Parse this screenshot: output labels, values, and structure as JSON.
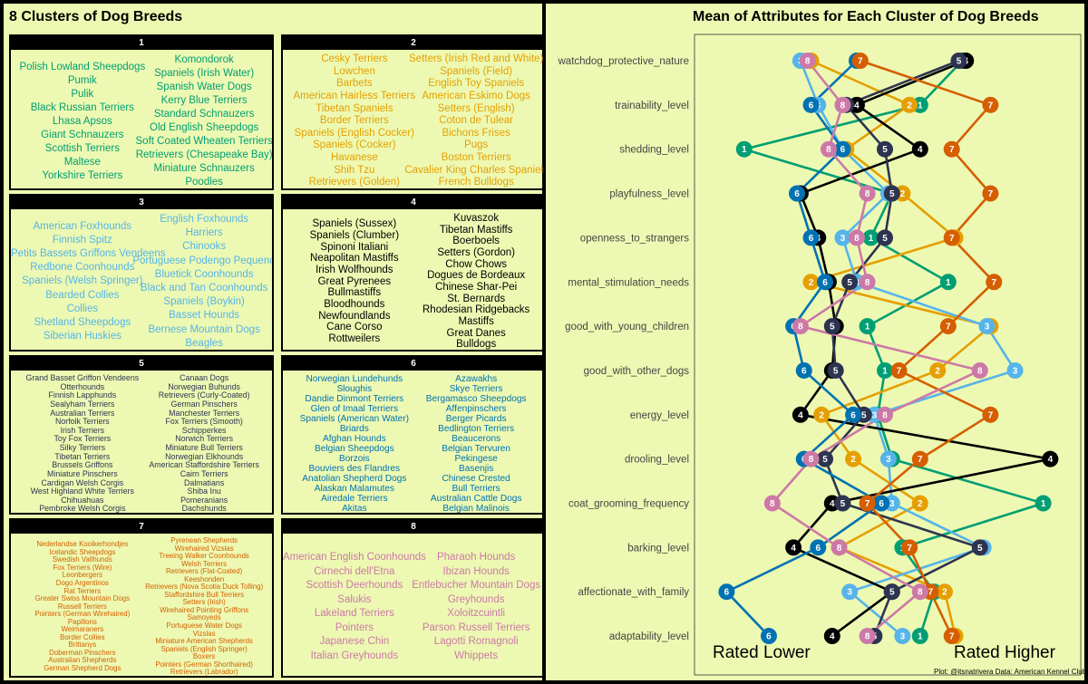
{
  "left": {
    "title": "8 Clusters of Dog Breeds",
    "clusters": [
      {
        "label": "1",
        "color": "#009e73",
        "col1": [
          "Polish Lowland Sheepdogs",
          "Pumik",
          "Pulik",
          "Black Russian Terriers",
          "Lhasa Apsos",
          "Giant Schnauzers",
          "Scottish Terriers",
          "Maltese",
          "Yorkshire Terriers"
        ],
        "col2": [
          "Komondorok",
          "Spaniels (Irish Water)",
          "Spanish Water Dogs",
          "Kerry Blue Terriers",
          "Standard Schnauzers",
          "Old English Sheepdogs",
          "Soft Coated Wheaten Terriers",
          "Retrievers (Chesapeake Bay)",
          "Miniature Schnauzers",
          "Poodles"
        ]
      },
      {
        "label": "2",
        "color": "#e69f00",
        "col1": [
          "Cesky Terriers",
          "Lowchen",
          "Barbets",
          "American Hairless Terriers",
          "Tibetan Spaniels",
          "Border Terriers",
          "Spaniels (English Cocker)",
          "Spaniels (Cocker)",
          "Havanese",
          "Shih Tzu",
          "Retrievers (Golden)"
        ],
        "col2": [
          "Setters (Irish Red and White)",
          "Spaniels (Field)",
          "English Toy Spaniels",
          "American Eskimo Dogs",
          "Setters (English)",
          "Coton de Tulear",
          "Bichons Frises",
          "Pugs",
          "Boston Terriers",
          "Cavalier King Charles Spaniels",
          "French Bulldogs"
        ]
      },
      {
        "label": "3",
        "color": "#56b4e9",
        "col1": [
          "American Foxhounds",
          "Finnish Spitz",
          "Petits Bassets Griffons Vendeens",
          "Redbone Coonhounds",
          "Spaniels (Welsh Springer)",
          "Bearded Collies",
          "Collies",
          "Shetland Sheepdogs",
          "Siberian Huskies"
        ],
        "col2": [
          "English Foxhounds",
          "Harriers",
          "Chinooks",
          "Portuguese Podengo Pequenos",
          "Bluetick Coonhounds",
          "Black and Tan Coonhounds",
          "Spaniels (Boykin)",
          "Basset Hounds",
          "Bernese Mountain Dogs",
          "Beagles"
        ]
      },
      {
        "label": "4",
        "color": "#000000",
        "col1": [
          "Spaniels (Sussex)",
          "Spaniels (Clumber)",
          "Spinoni Italiani",
          "Neapolitan Mastiffs",
          "Irish Wolfhounds",
          "Great Pyrenees",
          "Bullmastiffs",
          "Bloodhounds",
          "Newfoundlands",
          "Cane Corso",
          "Rottweilers"
        ],
        "col2": [
          "Kuvaszok",
          "Tibetan Mastiffs",
          "Boerboels",
          "Setters (Gordon)",
          "Chow Chows",
          "Dogues de Bordeaux",
          "Chinese Shar-Pei",
          "St. Bernards",
          "Rhodesian Ridgebacks",
          "Mastiffs",
          "Great Danes",
          "Bulldogs"
        ]
      },
      {
        "label": "5",
        "color": "#2d3450",
        "col1": [
          "Grand Basset Griffon Vendeens",
          "Otterhounds",
          "Finnish Lapphunds",
          "Sealyham Terriers",
          "Australian Terriers",
          "Norfolk Terriers",
          "Irish Terriers",
          "Toy Fox Terriers",
          "Silky Terriers",
          "Tibetan Terriers",
          "Brussels Griffons",
          "Miniature Pinschers",
          "Cardigan Welsh Corgis",
          "West Highland White Terriers",
          "Chihuahuas",
          "Pembroke Welsh Corgis"
        ],
        "col2": [
          "Canaan Dogs",
          "Norwegian Buhunds",
          "Retrievers (Curly-Coated)",
          "German Pinschers",
          "Manchester Terriers",
          "Fox Terriers (Smooth)",
          "Schipperkes",
          "Norwich Terriers",
          "Miniature Bull Terriers",
          "Norwegian Elkhounds",
          "American Staffordshire Terriers",
          "Cairn Terriers",
          "Dalmatians",
          "Shiba Inu",
          "Pomeranians",
          "Dachshunds"
        ]
      },
      {
        "label": "6",
        "color": "#0072b2",
        "col1": [
          "Norwegian Lundehunds",
          "Sloughis",
          "Dandie Dinmont Terriers",
          "Glen of Imaal Terriers",
          "Spaniels (American Water)",
          "Briards",
          "Afghan Hounds",
          "Belgian Sheepdogs",
          "Borzois",
          "Bouviers des Flandres",
          "Anatolian Shepherd Dogs",
          "Alaskan Malamutes",
          "Airedale Terriers",
          "Akitas"
        ],
        "col2": [
          "Azawakhs",
          "Skye Terriers",
          "Bergamasco Sheepdogs",
          "Affenpinschers",
          "Berger Picards",
          "Bedlington Terriers",
          "Beaucerons",
          "Belgian Tervuren",
          "Pekingese",
          "Basenjis",
          "Chinese Crested",
          "Bull Terriers",
          "Australian Cattle Dogs",
          "Belgian Malinois"
        ]
      },
      {
        "label": "7",
        "color": "#d55e00",
        "col1": [
          "Nederlandse Kooikerhondjes",
          "Icelandic Sheepdogs",
          "Swedish Vallhunds",
          "Fox Terriers (Wire)",
          "Leonbergers",
          "Dogo Argentinos",
          "Rat Terriers",
          "Greater Swiss Mountain Dogs",
          "Russell Terriers",
          "Pointers (German Wirehaired)",
          "Papillons",
          "Weimaraners",
          "Border Collies",
          "Brittanys",
          "Doberman Pinschers",
          "Australian Shepherds",
          "German Shepherd Dogs"
        ],
        "col2": [
          "Pyrenean Shepherds",
          "Wirehaired Vizslas",
          "Treeing Walker Coonhounds",
          "Welsh Terriers",
          "Retrievers (Flat-Coated)",
          "Keeshonden",
          "Retrievers (Nova Scotia Duck Tolling)",
          "Staffordshire Bull Terriers",
          "Setters (Irish)",
          "Wirehaired Pointing Griffons",
          "Samoyeds",
          "Portuguese Water Dogs",
          "Vizslas",
          "Miniature American Shepherds",
          "Spaniels (English Springer)",
          "Boxers",
          "Pointers (German Shorthaired)",
          "Retrievers (Labrador)"
        ]
      },
      {
        "label": "8",
        "color": "#cc79a7",
        "col1": [
          "American English Coonhounds",
          "Cirnechi dell'Etna",
          "Scottish Deerhounds",
          "Salukis",
          "Lakeland Terriers",
          "Pointers",
          "Japanese Chin",
          "Italian Greyhounds"
        ],
        "col2": [
          "Pharaoh Hounds",
          "Ibizan Hounds",
          "Entlebucher Mountain Dogs",
          "Greyhounds",
          "Xoloitzcuintli",
          "Parson Russell Terriers",
          "Lagotti Romagnoli",
          "Whippets"
        ]
      }
    ]
  },
  "right": {
    "title": "Mean of Attributes for Each Cluster of Dog Breeds",
    "rated_lower": "Rated Lower",
    "rated_higher": "Rated Higher",
    "footer": "Plot: @itsnatrivera    Data: American Kennel Club"
  },
  "chart_data": {
    "type": "line",
    "x_scale": "relative rating",
    "xlim": [
      0,
      1
    ],
    "attributes": [
      "watchdog_protective_nature",
      "trainability_level",
      "shedding_level",
      "playfulness_level",
      "openness_to_strangers",
      "mental_stimulation_needs",
      "good_with_young_children",
      "good_with_other_dogs",
      "energy_level",
      "drooling_level",
      "coat_grooming_frequency",
      "barking_level",
      "affectionate_with_family",
      "adaptability_level"
    ],
    "series": [
      {
        "name": "1",
        "color": "#009e73",
        "values": [
          0.72,
          0.6,
          0.1,
          0.52,
          0.46,
          0.68,
          0.45,
          0.5,
          0.48,
          0.52,
          0.95,
          0.55,
          0.64,
          0.6
        ]
      },
      {
        "name": "2",
        "color": "#e69f00",
        "values": [
          0.29,
          0.57,
          0.39,
          0.55,
          0.7,
          0.29,
          0.8,
          0.65,
          0.32,
          0.41,
          0.6,
          0.37,
          0.67,
          0.7
        ]
      },
      {
        "name": "3",
        "color": "#56b4e9",
        "values": [
          0.26,
          0.31,
          0.38,
          0.51,
          0.38,
          0.42,
          0.79,
          0.87,
          0.47,
          0.51,
          0.52,
          0.78,
          0.4,
          0.55
        ]
      },
      {
        "name": "4",
        "color": "#000000",
        "values": [
          0.73,
          0.42,
          0.6,
          0.26,
          0.31,
          0.34,
          0.36,
          0.35,
          0.26,
          0.97,
          0.35,
          0.24,
          0.52,
          0.35
        ]
      },
      {
        "name": "5",
        "color": "#2d3450",
        "values": [
          0.71,
          0.39,
          0.5,
          0.52,
          0.5,
          0.4,
          0.35,
          0.36,
          0.44,
          0.33,
          0.38,
          0.77,
          0.52,
          0.47
        ]
      },
      {
        "name": "6",
        "color": "#0072b2",
        "values": [
          0.42,
          0.29,
          0.38,
          0.25,
          0.29,
          0.33,
          0.24,
          0.27,
          0.41,
          0.27,
          0.49,
          0.31,
          0.05,
          0.17
        ]
      },
      {
        "name": "7",
        "color": "#d55e00",
        "values": [
          0.43,
          0.8,
          0.69,
          0.8,
          0.69,
          0.81,
          0.68,
          0.54,
          0.8,
          0.6,
          0.45,
          0.57,
          0.63,
          0.69
        ]
      },
      {
        "name": "8",
        "color": "#cc79a7",
        "values": [
          0.28,
          0.38,
          0.34,
          0.45,
          0.42,
          0.45,
          0.26,
          0.77,
          0.5,
          0.29,
          0.18,
          0.37,
          0.6,
          0.45
        ]
      }
    ]
  }
}
